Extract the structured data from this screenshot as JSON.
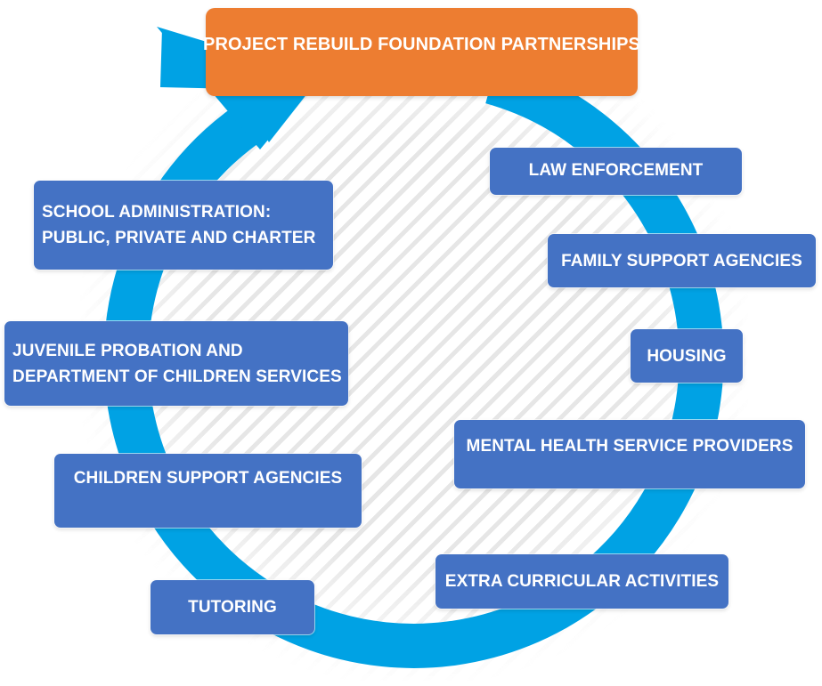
{
  "title": "PROJECT REBUILD FOUNDATION PARTNERSHIPS",
  "partners": {
    "law_enforcement": "LAW ENFORCEMENT",
    "family_support": "FAMILY SUPPORT AGENCIES",
    "housing": "HOUSING",
    "mental_health": "MENTAL HEALTH SERVICE PROVIDERS",
    "extra_curricular": "EXTRA CURRICULAR ACTIVITIES",
    "tutoring": "TUTORING",
    "children_support": "CHILDREN SUPPORT AGENCIES",
    "juvenile_line1": "JUVENILE PROBATION AND",
    "juvenile_line2": "DEPARTMENT OF CHILDREN SERVICES",
    "school_line1": "SCHOOL ADMINISTRATION:",
    "school_line2": "PUBLIC, PRIVATE AND CHARTER"
  },
  "colors": {
    "title_box": "#ed7d31",
    "partner_box": "#4472c4",
    "cycle_arrow": "#00a2e4",
    "text": "#ffffff"
  },
  "icons": {
    "cycle": "circular-arrow-icon"
  }
}
